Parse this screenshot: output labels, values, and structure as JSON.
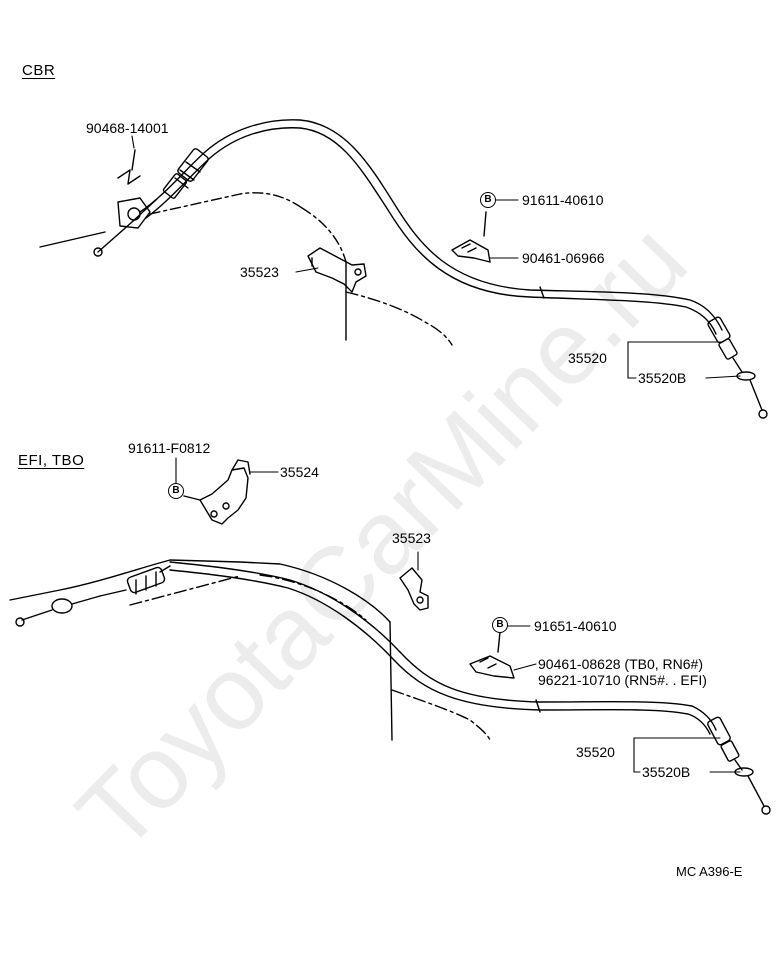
{
  "watermark": "ToyotaCarMine.ru",
  "code": "MC  A396-E",
  "sections": {
    "cbr": {
      "title": "CBR",
      "labels": {
        "clip_top": "90468-14001",
        "bolt": "91611-40610",
        "clamp": "90461-06966",
        "bracket": "35523",
        "cable": "35520",
        "cable_sub": "35520B"
      },
      "bolt_mark": "B"
    },
    "efi": {
      "title": "EFI, TBO",
      "labels": {
        "bolt_top": "91611-F0812",
        "bracket_top": "35524",
        "bracket": "35523",
        "bolt": "91651-40610",
        "clamp_1": "90461-08628 (TB0, RN6#)",
        "clamp_2": "96221-10710 (RN5#. . EFI)",
        "cable": "35520",
        "cable_sub": "35520B"
      },
      "bolt_mark": "B"
    }
  }
}
